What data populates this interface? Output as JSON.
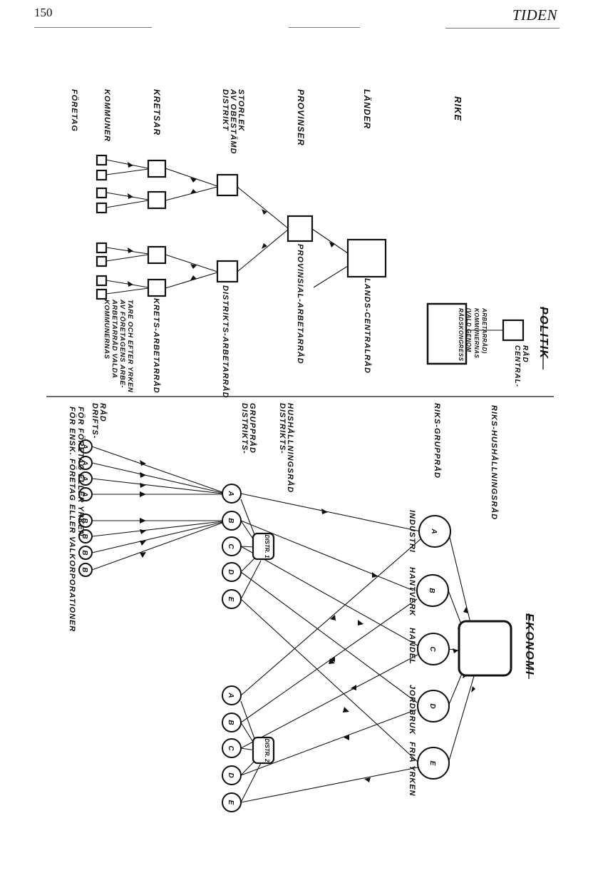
{
  "header": {
    "page_number": "150",
    "running_title": "TIDEN"
  },
  "politik": {
    "title": "POLITIK",
    "levels": [
      "RIKE",
      "LÄNDER",
      "PROVINSER",
      "DISTRIKT AV OBESTÄMD STORLEK",
      "KRETSAR",
      "KOMMUNER",
      "FÖRETAG"
    ],
    "central_rad": "CENTRAL-RÅD",
    "radskongress": "RÅDSKONGRESS (VALD GENOM KOMMUNERNAS ARBETARRÅD)",
    "lands_centralrad": "LANDS-CENTRALRÅD",
    "provinsial_arbetarrad": "PROVINSIAL-ARBETARRÅD",
    "distrikts_arbetarrad": "DISTRIKTS-ARBETARRÅD",
    "krets_arbetarrad": "KRETS-ARBETARRÅD",
    "kommunernas": "KOMMUNERNAS ARBETARRÅD VALDA AV FÖRETAGENS ARBETARE OCH EFTER YRKEN"
  },
  "ekonomi": {
    "title": "EKONOMI",
    "riks_hushallningsrad": "RIKS-HUSHÅLLNINGSRÅD",
    "riks_gruppråd": "RIKS-GRUPPRÅD",
    "distrikts_hushallningsrad": "DISTRIKTS-HUSHÅLLNINGSRÅD",
    "distrikts_grupprad": "DISTRIKTS-GRUPPRÅD",
    "driftsrad": "DRIFTS-RÅD",
    "foretag_note": "FÖR ENSK. FÖRETAG ELLER VALKORPORATIONER FÖR FÖRETAG ELLER YRKEN",
    "sectors": [
      "INDUSTRI",
      "HANTVERK",
      "HANDEL",
      "JORDBRUK",
      "FRIA YRKEN"
    ],
    "group_letters": [
      "A",
      "B",
      "C",
      "D",
      "E"
    ],
    "distr1": "DISTR. 1",
    "distr2": "DISTR. 2"
  }
}
